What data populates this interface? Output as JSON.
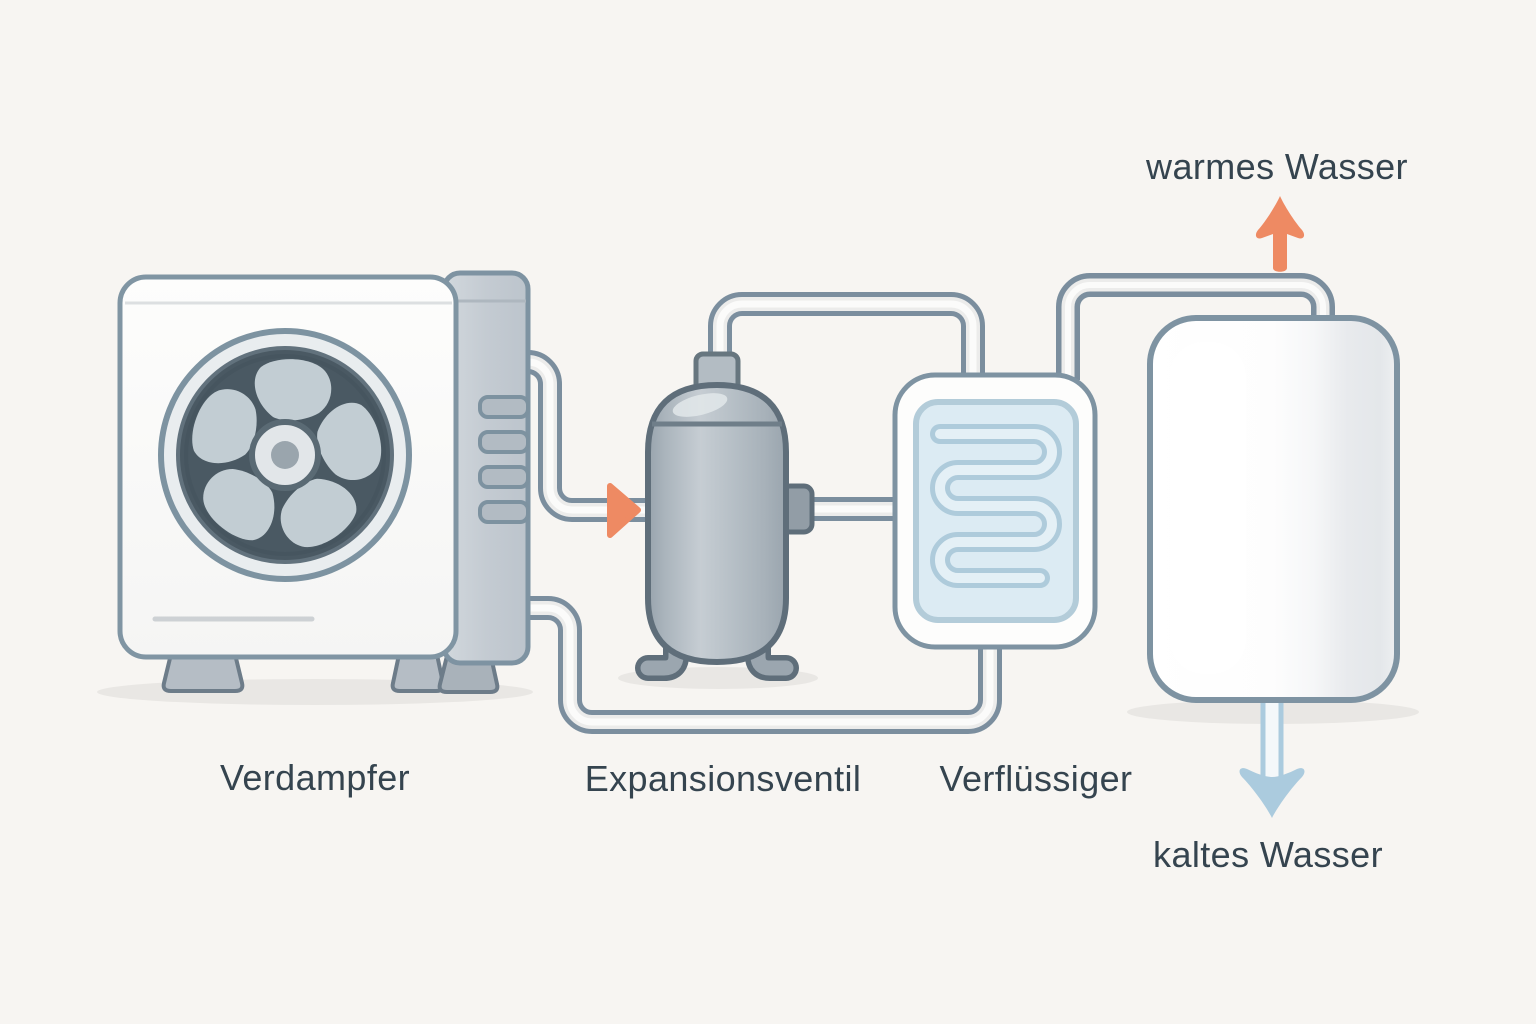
{
  "diagram": {
    "component_labels": {
      "evaporator": "Verdampfer",
      "expansion_valve": "Expansionsventil",
      "condenser": "Verflüssiger"
    },
    "flow_labels": {
      "warm_water": "warmes Wasser",
      "cold_water": "kaltes Wasser"
    },
    "icons": {
      "fan": "fan-icon",
      "flow_direction": "arrow-right-icon",
      "warm_water": "arrow-up-icon",
      "cold_water": "arrow-down-icon"
    },
    "colors": {
      "background": "#f7f5f2",
      "pipe_outline": "#7b8e9e",
      "pipe_inner": "#ececeb",
      "warm_accent": "#ee8a63",
      "cold_accent": "#abcbde",
      "coil_panel": "#dcebf3",
      "coil_tube": "#aecbdb",
      "metal_light": "#c4ccd2",
      "metal_mid": "#aab4bc",
      "fan_housing": "#4a5963",
      "fan_blade": "#c2cdd3",
      "text": "#35444f"
    }
  }
}
